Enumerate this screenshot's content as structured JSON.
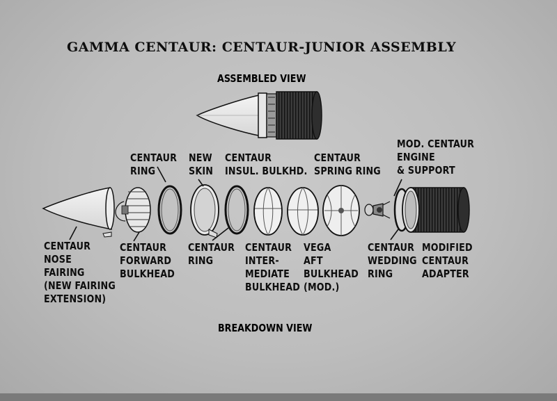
{
  "title": "GAMMA CENTAUR: CENTAUR-JUNIOR ASSEMBLY",
  "assembled_view": "ASSEMBLED VIEW",
  "breakdown_view": "BREAKDOWN VIEW",
  "labels": {
    "centaur_ring_top": [
      "CENTAUR",
      "RING"
    ],
    "new_skin": [
      "NEW",
      "SKIN"
    ],
    "insul_bulkhead": [
      "CENTAUR",
      "INSUL. BULKHD."
    ],
    "spring_ring": [
      "CENTAUR",
      "SPRING RING"
    ],
    "engine_support": [
      "MOD. CENTAUR",
      "ENGINE",
      "& SUPPORT"
    ],
    "nose_fairing": [
      "CENTAUR",
      "NOSE",
      "FAIRING",
      "(NEW FAIRING",
      "EXTENSION)"
    ],
    "forward_bulkhead": [
      "CENTAUR",
      "FORWARD",
      "BULKHEAD"
    ],
    "centaur_ring_bottom": [
      "CENTAUR",
      "RING"
    ],
    "intermediate_bulkhead": [
      "CENTAUR",
      "INTER-",
      "MEDIATE",
      "BULKHEAD"
    ],
    "vega_aft_bulkhead": [
      "VEGA",
      "AFT",
      "BULKHEAD",
      "(MOD.)"
    ],
    "wedding_ring": [
      "CENTAUR",
      "WEDDING",
      "RING"
    ],
    "adapter": [
      "MODIFIED",
      "CENTAUR",
      "ADAPTER"
    ]
  }
}
